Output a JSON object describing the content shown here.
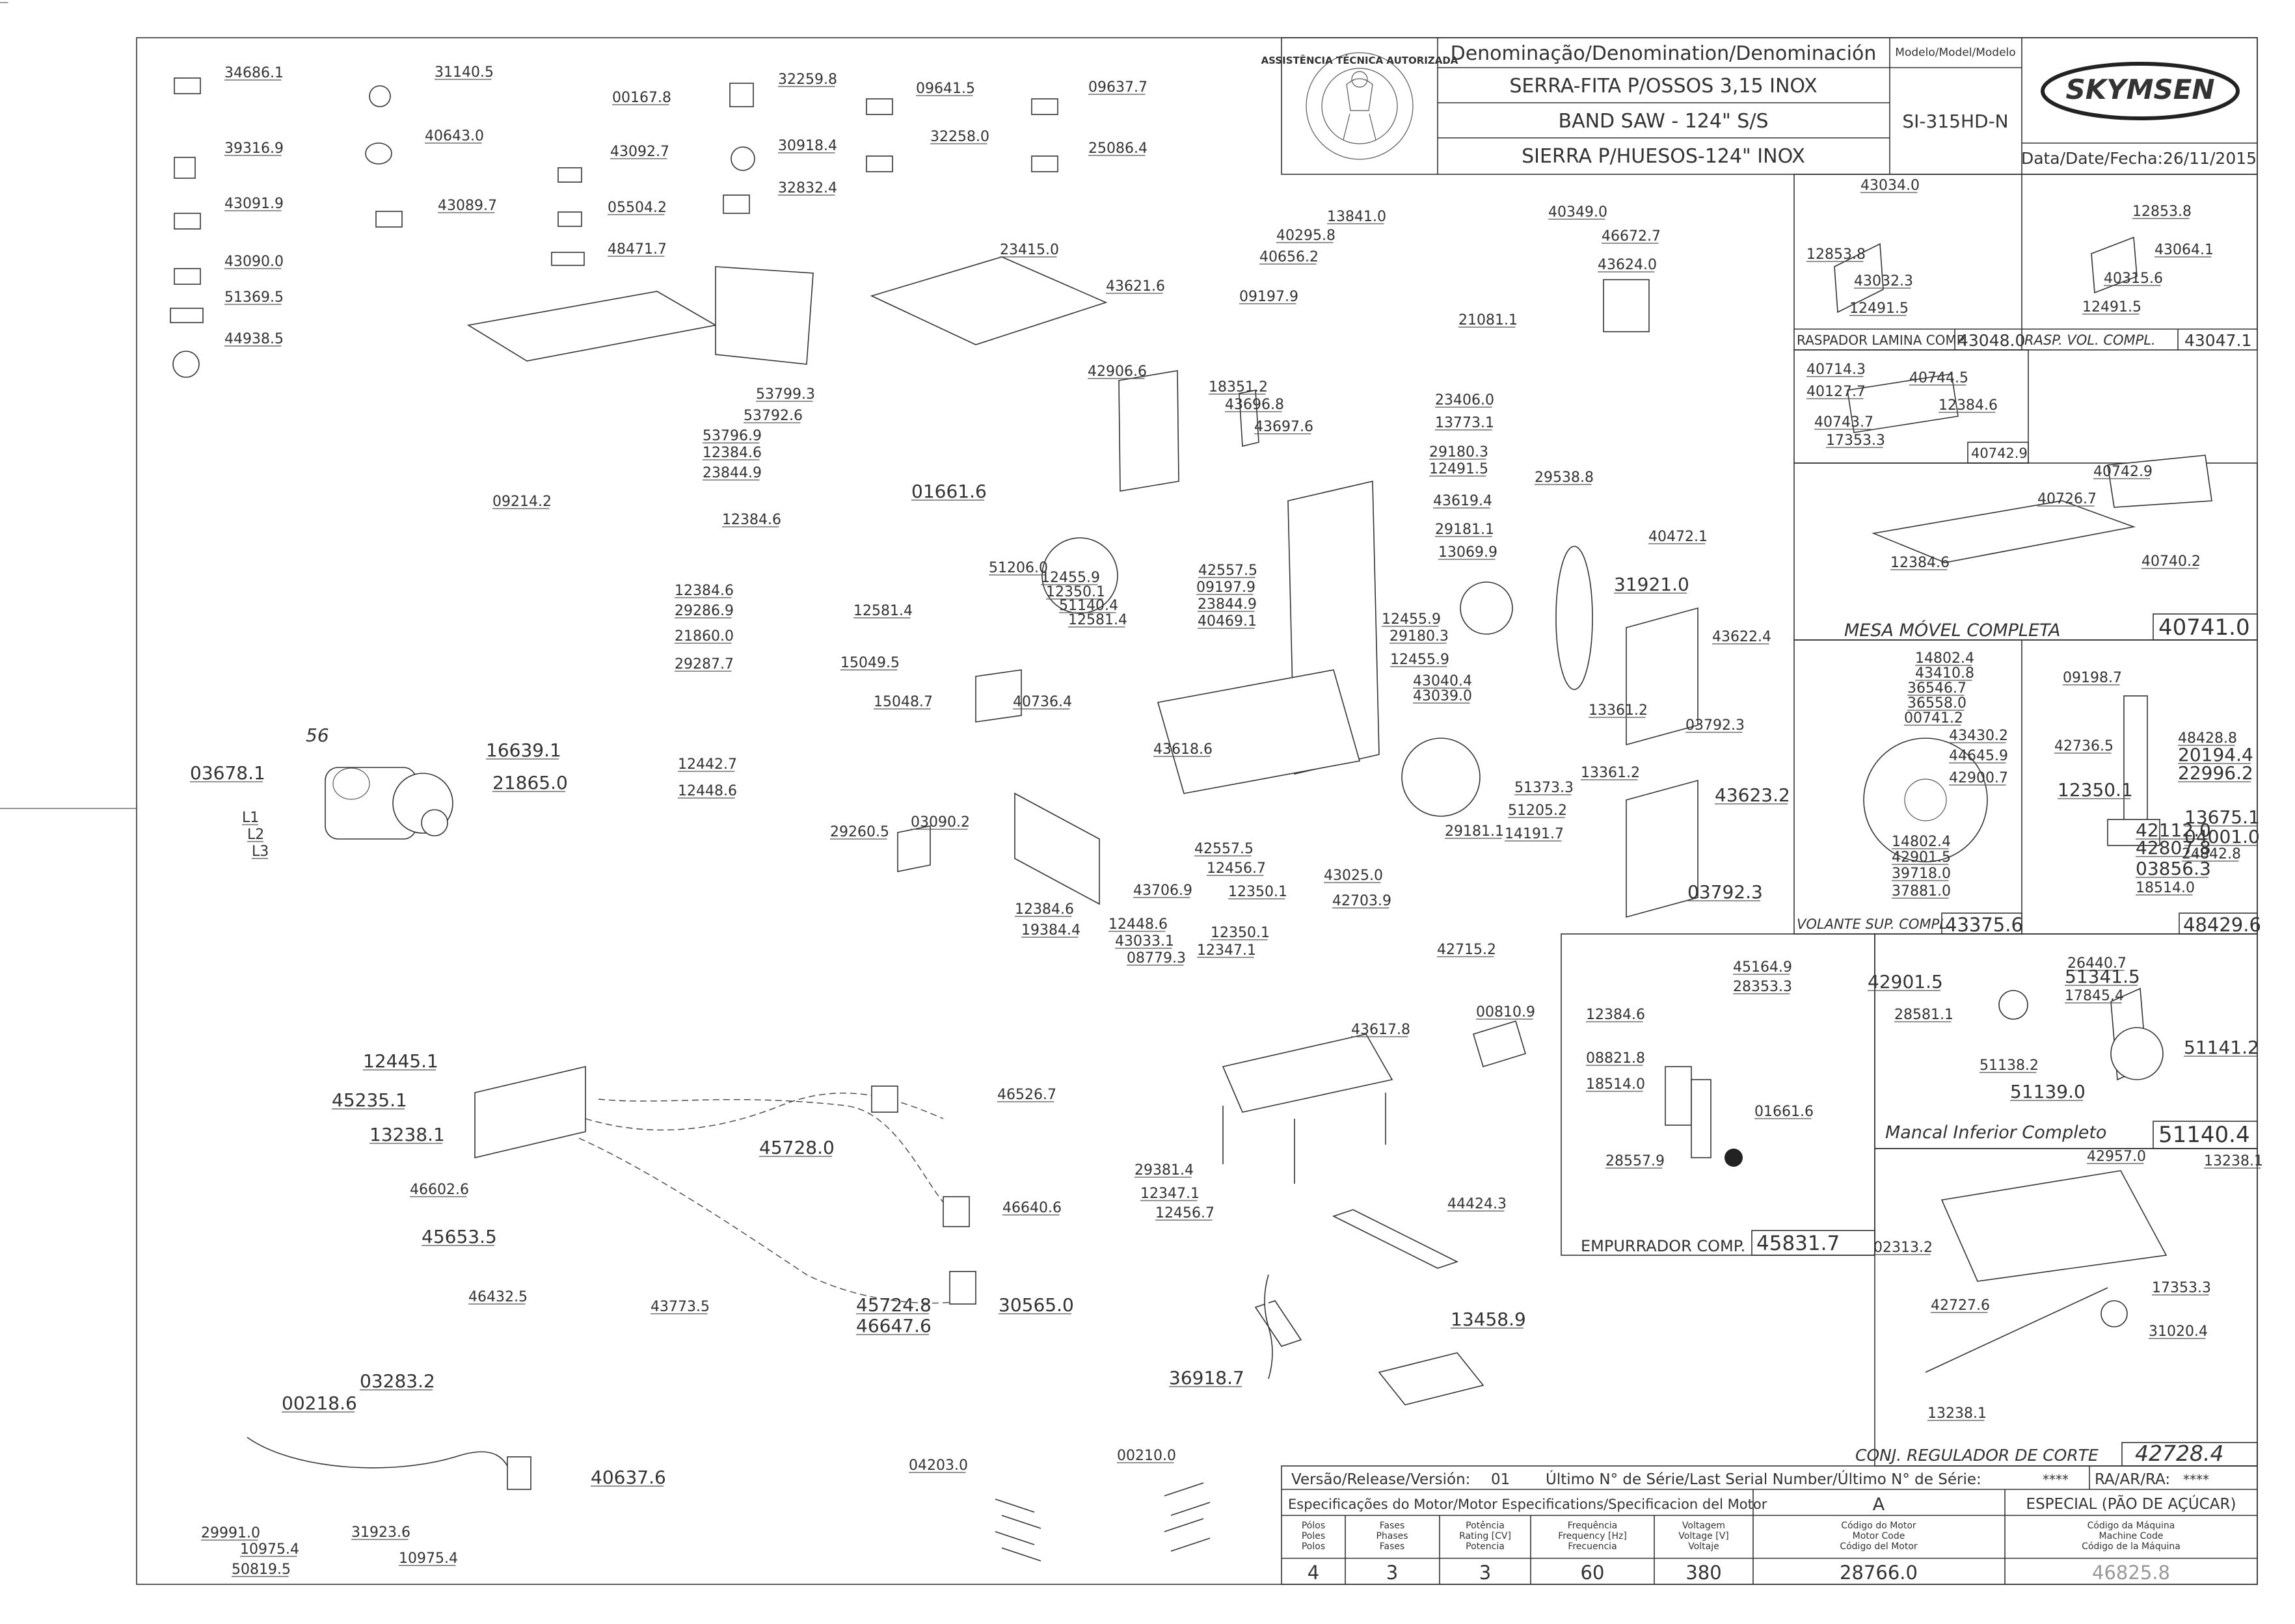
{
  "title_block": {
    "header": "Denominação/Denomination/Denominación",
    "name_pt": "SERRA-FITA P/OSSOS 3,15 INOX",
    "name_en": "BAND SAW - 124\" S/S",
    "name_es": "SIERRA P/HUESOS-124\" INOX",
    "model_header": "Modelo/Model/Modelo",
    "model": "SI-315HD-N",
    "brand": "SKYMSEN",
    "date": "Data/Date/Fecha:26/11/2015",
    "seal_text": "ASSISTÊNCIA TÉCNICA AUTORIZADA"
  },
  "bottom_block": {
    "version_label": "Versão/Release/Versión:",
    "version_value": "01",
    "serial_label": "Último N° de Série/Last Serial Number/Último N° de Série:",
    "serial_value": "****",
    "ra_label": "RA/AR/RA:",
    "ra_value": "****",
    "motor_spec_label": "Especificações do Motor/Motor Especifications/Specificacion del Motor",
    "motor_letter": "A",
    "special": "ESPECIAL (PÃO DE AÇÚCAR)",
    "columns": [
      {
        "l1": "Pólos",
        "l2": "Poles",
        "l3": "Polos",
        "value": "4"
      },
      {
        "l1": "Fases",
        "l2": "Phases",
        "l3": "Fases",
        "value": "3"
      },
      {
        "l1": "Potência",
        "l2": "Rating [CV]",
        "l3": "Potencia",
        "value": "3"
      },
      {
        "l1": "Frequência",
        "l2": "Frequency [Hz]",
        "l3": "Frecuencia",
        "value": "60"
      },
      {
        "l1": "Voltagem",
        "l2": "Voltage [V]",
        "l3": "Voltaje",
        "value": "380"
      },
      {
        "l1": "Código do Motor",
        "l2": "Motor Code",
        "l3": "Código del Motor",
        "value": "28766.0"
      },
      {
        "l1": "Código da Máquina",
        "l2": "Machine Code",
        "l3": "Código de la Máquina",
        "value": "46825.8"
      }
    ]
  },
  "subassemblies": {
    "raspador_label": "RASPADOR LAMINA COMP.",
    "raspador_code": "43048.0",
    "rasp_vol_label": "RASP. VOL. COMPL.",
    "rasp_vol_code": "43047.1",
    "guide_code": "40742.9",
    "mesa_label": "MESA MÓVEL COMPLETA",
    "mesa_code": "40741.0",
    "volante_label": "VOLANTE SUP. COMPL.",
    "volante_code": "43375.6",
    "guide2_code": "48429.6",
    "mancal_label": "Mancal Inferior Completo",
    "mancal_code": "51140.4",
    "empurrador_label": "EMPURRADOR COMP.",
    "empurrador_code": "45831.7",
    "regulador_label": "CONJ. REGULADOR DE CORTE",
    "regulador_code": "42728.4"
  },
  "part_labels": [
    "34686.1",
    "39316.9",
    "43091.9",
    "43090.0",
    "51369.5",
    "44938.5",
    "31140.5",
    "40643.0",
    "43089.7",
    "00167.8",
    "43092.7",
    "05504.2",
    "48471.7",
    "32259.8",
    "30918.4",
    "32832.4",
    "09641.5",
    "32258.0",
    "09637.7",
    "25086.4",
    "23415.0",
    "43621.6",
    "53799.3",
    "53792.6",
    "53796.9",
    "12384.6",
    "23844.9",
    "12384.6",
    "01661.6",
    "09214.2",
    "12581.4",
    "12384.6",
    "29286.9",
    "21860.0",
    "29287.7",
    "15049.5",
    "15048.7",
    "12442.7",
    "12448.6",
    "03678.1",
    "16639.1",
    "21865.0",
    "L1",
    "L2",
    "L3",
    "A",
    "56",
    "29260.5",
    "03090.2",
    "12384.6",
    "19384.4",
    "43706.9",
    "12448.6",
    "43033.1",
    "08779.3",
    "42906.6",
    "18351.2",
    "43696.8",
    "43697.6",
    "23406.0",
    "13773.1",
    "29180.3",
    "12491.5",
    "43619.4",
    "51206.0",
    "12455.9",
    "12350.1",
    "51140.4",
    "12581.4",
    "42557.5",
    "09197.9",
    "23844.9",
    "40469.1",
    "29181.1",
    "13069.9",
    "12455.9",
    "29180.3",
    "12455.9",
    "43040.4",
    "43039.0",
    "40736.4",
    "43618.6",
    "42557.5",
    "12456.7",
    "12350.1",
    "43025.0",
    "42703.9",
    "29181.1",
    "51373.3",
    "51205.2",
    "14191.7",
    "13841.0",
    "40295.8",
    "40656.2",
    "09197.9",
    "40349.0",
    "46672.7",
    "43624.0",
    "21081.1",
    "29538.8",
    "40472.1",
    "31921.0",
    "43622.4",
    "13361.2",
    "03792.3",
    "13361.2",
    "43623.2",
    "03792.3",
    "42715.2",
    "12350.1",
    "12347.1",
    "43617.8",
    "00810.9",
    "29381.4",
    "12347.1",
    "12456.7",
    "44424.3",
    "13458.9",
    "36918.7",
    "12445.1",
    "45235.1",
    "13238.1",
    "46602.6",
    "46526.7",
    "45728.0",
    "46640.6",
    "45653.5",
    "46432.5",
    "43773.5",
    "45724.8",
    "46647.6",
    "30565.0",
    "00218.6",
    "03283.2",
    "40637.6",
    "29991.0",
    "10975.4",
    "50819.5",
    "31923.6",
    "10975.4",
    "04203.0",
    "00210.0",
    "43034.0",
    "12853.8",
    "43032.3",
    "12491.5",
    "12853.8",
    "43064.1",
    "40315.6",
    "12491.5",
    "40714.3",
    "40744.5",
    "40127.7",
    "12384.6",
    "40743.7",
    "17353.3",
    "40742.9",
    "40726.7",
    "12384.6",
    "40740.2",
    "14802.4",
    "43410.8",
    "36546.7",
    "36558.0",
    "00741.2",
    "43430.2",
    "44645.9",
    "42900.7",
    "14802.4",
    "42901.5",
    "39718.0",
    "37881.0",
    "09198.7",
    "42736.5",
    "48428.8",
    "20194.4",
    "22996.2",
    "12350.1",
    "13675.1",
    "42112.0",
    "04001.0",
    "42807.8",
    "24842.8",
    "03856.3",
    "18514.0",
    "42901.5",
    "28581.1",
    "26440.7",
    "51341.5",
    "17845.4",
    "51138.2",
    "51139.0",
    "51141.2",
    "12384.6",
    "08821.8",
    "18514.0",
    "45164.9",
    "28353.3",
    "28557.9",
    "01661.6",
    "42957.0",
    "13238.1",
    "02313.2",
    "17353.3",
    "42727.6",
    "31020.4",
    "13238.1"
  ]
}
